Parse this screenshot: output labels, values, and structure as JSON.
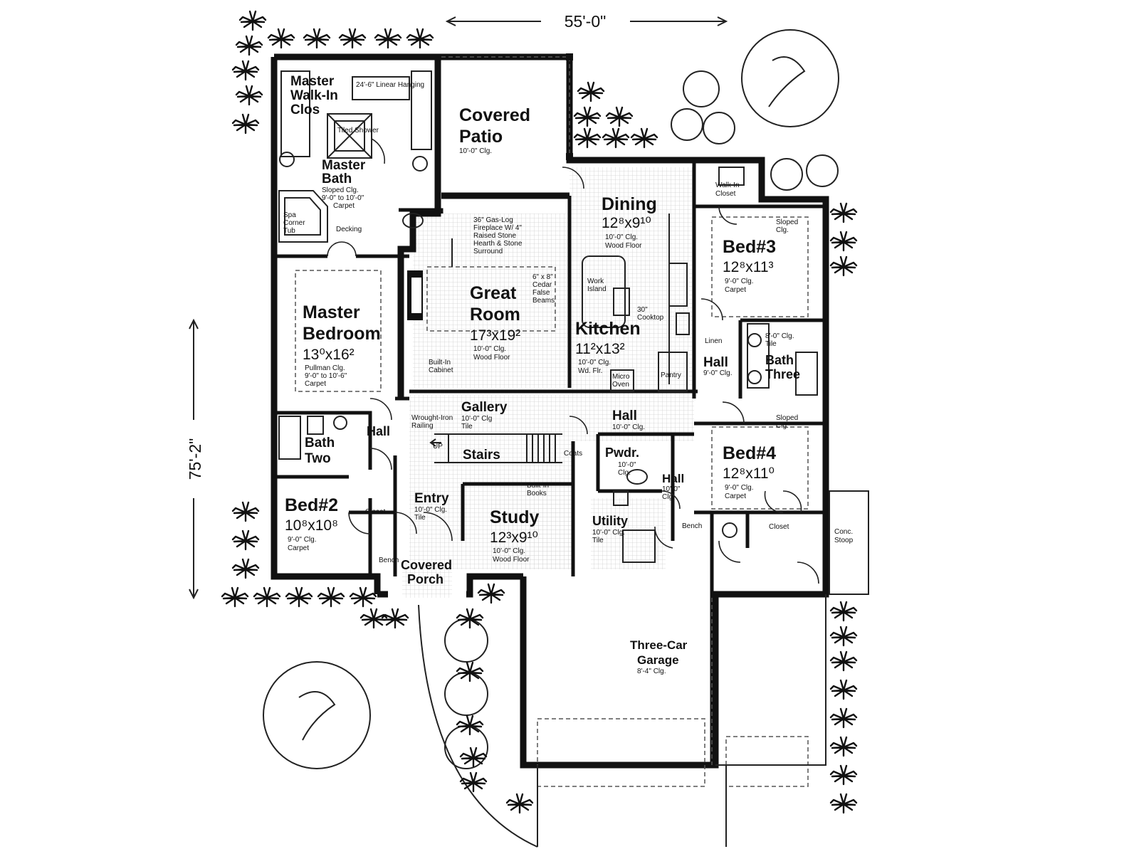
{
  "dimensions": {
    "width": "55'-0\"",
    "depth": "75'-2\""
  },
  "rooms": {
    "master_closet": {
      "name": "Master Walk-In Closet",
      "line1": "Master",
      "line2": "Walk-In",
      "line3": "Clos",
      "note": "24'-6\" Linear Hanging"
    },
    "tiled_shower": {
      "note": "Tiled Shower"
    },
    "master_bath": {
      "line1": "Master",
      "line2": "Bath",
      "note1": "Sloped Clg.",
      "note2": "9'-0\" to 10'-0\"",
      "note3": "Carpet"
    },
    "spa_tub": {
      "note1": "Spa",
      "note2": "Corner",
      "note3": "Tub",
      "decking": "Decking"
    },
    "covered_patio": {
      "line1": "Covered",
      "line2": "Patio",
      "note": "10'-0\" Clg."
    },
    "dining": {
      "name": "Dining",
      "size": "12⁸x9¹⁰",
      "note1": "10'-0\" Clg.",
      "note2": "Wood Floor"
    },
    "walkin_closet": {
      "note1": "Walk-In",
      "note2": "Closet"
    },
    "bed3": {
      "name": "Bed#3",
      "size": "12⁸x11³",
      "note1": "9'-0\" Clg.",
      "note2": "Carpet",
      "sloped1": "Sloped",
      "sloped2": "Clg."
    },
    "fireplace": {
      "note1": "36\" Gas-Log",
      "note2": "Fireplace W/ 4\"",
      "note3": "Raised Stone",
      "note4": "Hearth & Stone",
      "note5": "Surround"
    },
    "great_room": {
      "line1": "Great",
      "line2": "Room",
      "size": "17³x19²",
      "note1": "10'-0\" Clg.",
      "note2": "Wood Floor",
      "beams1": "6\" x 8\"",
      "beams2": "Cedar",
      "beams3": "False",
      "beams4": "Beams",
      "cabinet1": "Built-In",
      "cabinet2": "Cabinet"
    },
    "master_bedroom": {
      "line1": "Master",
      "line2": "Bedroom",
      "size": "13⁰x16²",
      "note1": "Pullman Clg.",
      "note2": "9'-0\" to 10'-6\"",
      "note3": "Carpet"
    },
    "kitchen": {
      "name": "Kitchen",
      "size": "11²x13²",
      "note1": "10'-0\" Clg.",
      "note2": "Wd. Flr.",
      "island1": "Work",
      "island2": "Island",
      "cooktop1": "30\"",
      "cooktop2": "Cooktop",
      "micro1": "Micro",
      "micro2": "Oven",
      "pantry": "Pantry"
    },
    "hall_right": {
      "name": "Hall",
      "note": "9'-0\" Clg.",
      "linen": "Linen"
    },
    "bath_three": {
      "line1": "Bath",
      "line2": "Three",
      "note1": "8'-0\" Clg.",
      "note2": "Tile"
    },
    "gallery": {
      "name": "Gallery",
      "note1": "10'-0\" Clg",
      "note2": "Tile",
      "railing1": "Wrought-Iron",
      "railing2": "Railing"
    },
    "hall_center": {
      "name": "Hall",
      "note": "10'-0\" Clg."
    },
    "bed4": {
      "name": "Bed#4",
      "size": "12⁸x11⁰",
      "note1": "9'-0\" Clg.",
      "note2": "Carpet",
      "sloped1": "Sloped",
      "sloped2": "Clg.",
      "closet": "Closet"
    },
    "hall_left": {
      "name": "Hall"
    },
    "bath_two": {
      "line1": "Bath",
      "line2": "Two"
    },
    "stairs": {
      "name": "Stairs",
      "up": "UP",
      "coats": "Coats"
    },
    "powder": {
      "name": "Pwdr.",
      "note1": "10'-0\"",
      "note2": "Clg."
    },
    "hall_small": {
      "name": "Hall",
      "note1": "10'-0\"",
      "note2": "Clg."
    },
    "bed2": {
      "name": "Bed#2",
      "size": "10⁸x10⁸",
      "note1": "9'-0\" Clg.",
      "note2": "Carpet",
      "closet": "Closet"
    },
    "entry": {
      "name": "Entry",
      "note1": "10'-0\" Clg.",
      "note2": "Tile"
    },
    "study": {
      "name": "Study",
      "size": "12³x9¹⁰",
      "note1": "10'-0\" Clg.",
      "note2": "Wood Floor",
      "books1": "Built-In",
      "books2": "Books"
    },
    "utility": {
      "name": "Utility",
      "note1": "10'-0\" Clg.",
      "note2": "Tile",
      "bench": "Bench"
    },
    "covered_porch": {
      "line1": "Covered",
      "line2": "Porch",
      "bench": "Bench"
    },
    "stoop": {
      "line1": "Conc.",
      "line2": "Stoop"
    },
    "garage": {
      "line1": "Three-Car",
      "line2": "Garage",
      "note": "8'-4\" Clg."
    }
  }
}
